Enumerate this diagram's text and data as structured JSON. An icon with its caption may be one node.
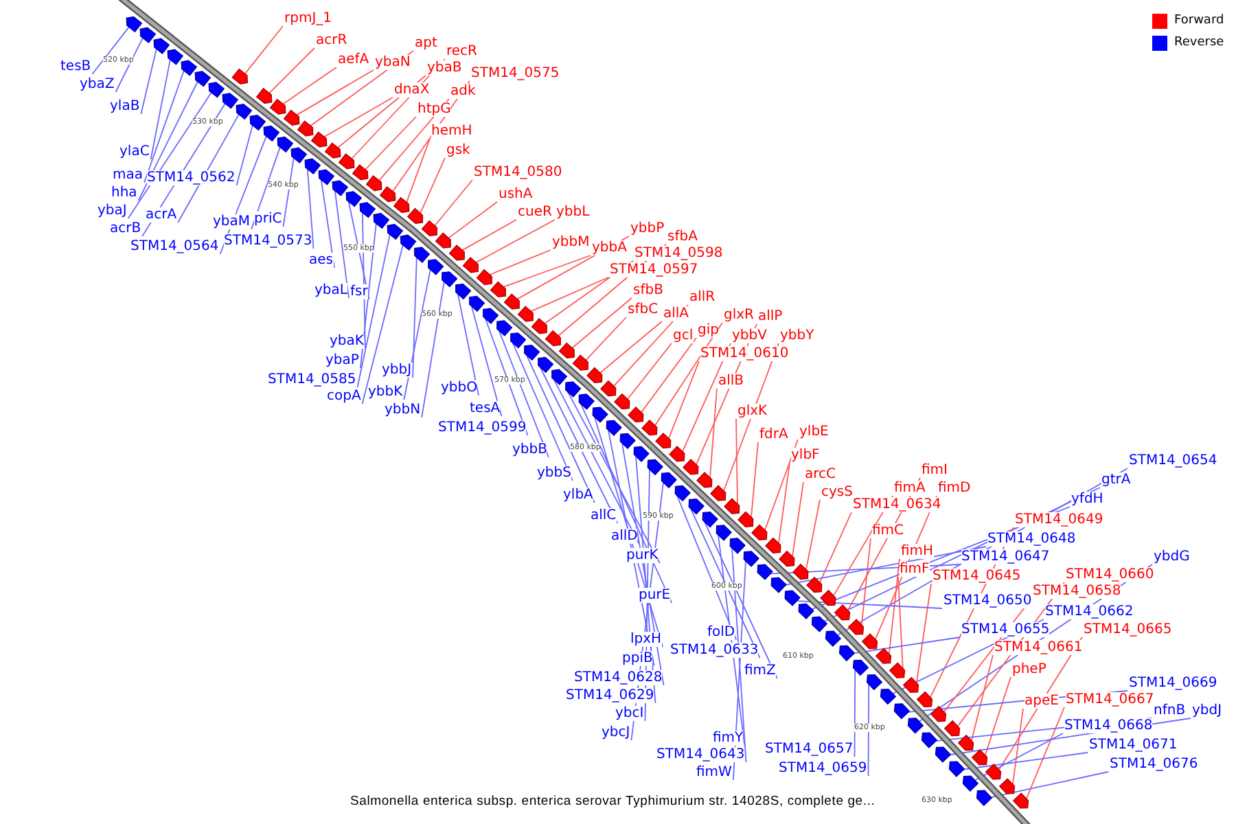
{
  "diagram": {
    "caption": "Salmonella enterica subsp. enterica serovar Typhimurium str. 14028S, complete ge...",
    "nodes": [
      {
        "text": [
          "rpmJ_1"
        ]
      },
      {
        "text": [
          "acrR"
        ]
      },
      {
        "text": [
          "apt"
        ]
      },
      {
        "text": [
          "recR"
        ]
      },
      {
        "text": [
          "aefA"
        ]
      },
      {
        "text": [
          "ybaN"
        ]
      },
      {
        "text": [
          "tesB"
        ]
      },
      {
        "text": [
          "ybaB"
        ]
      },
      {
        "text": [
          "STM14_0575"
        ]
      },
      {
        "text": [
          "ybaZ"
        ]
      },
      {
        "text": [
          "dnaX"
        ]
      },
      {
        "text": [
          "adk"
        ]
      },
      {
        "text": [
          "ylaB"
        ]
      },
      {
        "text": [
          "htpG"
        ]
      },
      {
        "text": [
          "hemH"
        ]
      },
      {
        "text": [
          "gsk"
        ]
      },
      {
        "text": [
          "ylaC"
        ]
      },
      {
        "text": [
          "STM14_0580"
        ]
      },
      {
        "text": [
          "maa"
        ]
      },
      {
        "text": [
          "STM14_0562"
        ]
      },
      {
        "text": [
          "hha"
        ]
      },
      {
        "text": [
          "ushA"
        ]
      },
      {
        "text": [
          "ybaJ"
        ]
      },
      {
        "text": [
          "cueR"
        ]
      },
      {
        "text": [
          "ybbL"
        ]
      },
      {
        "text": [
          "acrA"
        ]
      },
      {
        "text": [
          "priC"
        ]
      },
      {
        "text": [
          "ybaM"
        ]
      },
      {
        "text": [
          "acrB"
        ]
      },
      {
        "text": [
          "ybbP"
        ]
      },
      {
        "text": [
          "sfbA"
        ]
      },
      {
        "text": [
          "STM14_0573"
        ]
      },
      {
        "text": [
          "ybbM"
        ]
      },
      {
        "text": [
          "STM14_0564"
        ]
      },
      {
        "text": [
          "ybbA"
        ]
      },
      {
        "text": [
          "STM14_0598"
        ]
      },
      {
        "text": [
          "aes"
        ]
      },
      {
        "text": [
          "STM14_0597"
        ]
      },
      {
        "text": [
          "sfbB"
        ]
      },
      {
        "text": [
          "ybaL"
        ]
      },
      {
        "text": [
          "fsr"
        ]
      },
      {
        "text": [
          "allR"
        ]
      },
      {
        "text": [
          "sfbC"
        ]
      },
      {
        "text": [
          "allA"
        ]
      },
      {
        "text": [
          "glxR"
        ]
      },
      {
        "text": [
          "allP"
        ]
      },
      {
        "text": [
          "gip"
        ]
      },
      {
        "text": [
          "gcl"
        ]
      },
      {
        "text": [
          "ybbV"
        ]
      },
      {
        "text": [
          "ybbY"
        ]
      },
      {
        "text": [
          "ybaK"
        ]
      },
      {
        "text": [
          "STM14_0610"
        ]
      },
      {
        "text": [
          "ybaP"
        ]
      },
      {
        "text": [
          "ybbJ"
        ]
      },
      {
        "text": [
          "STM14_0585"
        ]
      },
      {
        "text": [
          "allB"
        ]
      },
      {
        "text": [
          "ybbO"
        ]
      },
      {
        "text": [
          "ybbK"
        ]
      },
      {
        "text": [
          "copA"
        ]
      },
      {
        "text": [
          "tesA"
        ]
      },
      {
        "text": [
          "ybbN"
        ]
      },
      {
        "text": [
          "glxK"
        ]
      },
      {
        "text": [
          "STM14_0599"
        ]
      },
      {
        "text": [
          "ylbE"
        ]
      },
      {
        "text": [
          "fdrA"
        ]
      },
      {
        "text": [
          "ybbB"
        ]
      },
      {
        "text": [
          "ylbF"
        ]
      },
      {
        "text": [
          "STM14_0654"
        ]
      },
      {
        "text": [
          "fimI"
        ]
      },
      {
        "text": [
          "ybbS"
        ]
      },
      {
        "text": [
          "arcC"
        ]
      },
      {
        "text": [
          "gtrA"
        ]
      },
      {
        "text": [
          "fimA"
        ]
      },
      {
        "text": [
          "fimD"
        ]
      },
      {
        "text": [
          "cysS"
        ]
      },
      {
        "text": [
          "ylbA"
        ]
      },
      {
        "text": [
          "yfdH"
        ]
      },
      {
        "text": [
          "STM14_0634"
        ]
      },
      {
        "text": [
          "allC"
        ]
      },
      {
        "text": [
          "STM14_0649"
        ]
      },
      {
        "text": [
          "fimC"
        ]
      },
      {
        "text": [
          "allD"
        ]
      },
      {
        "text": [
          "STM14_0648"
        ]
      },
      {
        "text": [
          "fimH"
        ]
      },
      {
        "text": [
          "purK"
        ]
      },
      {
        "text": [
          "STM14_0647"
        ]
      },
      {
        "text": [
          "ybdG"
        ]
      },
      {
        "text": [
          "fimF"
        ]
      },
      {
        "text": [
          "STM14_0660"
        ]
      },
      {
        "text": [
          "STM14_0645"
        ]
      },
      {
        "text": [
          "STM14_0658"
        ]
      },
      {
        "text": [
          "purE"
        ]
      },
      {
        "text": [
          "STM14_0650"
        ]
      },
      {
        "text": [
          "STM14_0662"
        ]
      },
      {
        "text": [
          "STM14_0665"
        ]
      },
      {
        "text": [
          "STM14_0655"
        ]
      },
      {
        "text": [
          "folD"
        ]
      },
      {
        "text": [
          "lpxH"
        ]
      },
      {
        "text": [
          "STM14_0661"
        ]
      },
      {
        "text": [
          "STM14_0633"
        ]
      },
      {
        "text": [
          "ppiB"
        ]
      },
      {
        "text": [
          "pheP"
        ]
      },
      {
        "text": [
          "fimZ"
        ]
      },
      {
        "text": [
          "STM14_0628"
        ]
      },
      {
        "text": [
          "STM14_0669"
        ]
      },
      {
        "text": [
          "STM14_0629"
        ]
      },
      {
        "text": [
          "STM14_0667"
        ]
      },
      {
        "text": [
          "apeE"
        ]
      },
      {
        "text": [
          "nfnB"
        ]
      },
      {
        "text": [
          "ybdJ"
        ]
      },
      {
        "text": [
          "ybcI"
        ]
      },
      {
        "text": [
          "STM14_0668"
        ]
      },
      {
        "text": [
          "ybcJ"
        ]
      },
      {
        "text": [
          "fimY"
        ]
      },
      {
        "text": [
          "STM14_0671"
        ]
      },
      {
        "text": [
          "STM14_0657"
        ]
      },
      {
        "text": [
          "STM14_0643"
        ]
      },
      {
        "text": [
          "STM14_0676"
        ]
      },
      {
        "text": [
          "STM14_0659"
        ]
      },
      {
        "text": [
          "fimW"
        ]
      },
      {
        "text": [],
        "shape": "pentagon"
      },
      {
        "text": [],
        "shape": "pentagon"
      },
      {
        "text": [],
        "shape": "pentagon"
      },
      {
        "text": [],
        "shape": "pentagon"
      },
      {
        "text": [],
        "shape": "pentagon"
      },
      {
        "text": [],
        "shape": "pentagon"
      },
      {
        "text": [],
        "shape": "pentagon"
      },
      {
        "text": [],
        "shape": "pentagon"
      },
      {
        "text": [],
        "shape": "pentagon"
      },
      {
        "text": [],
        "shape": "pentagon"
      },
      {
        "text": [],
        "shape": "pentagon"
      },
      {
        "text": [],
        "shape": "pentagon"
      },
      {
        "text": [],
        "shape": "pentagon"
      },
      {
        "text": [],
        "shape": "pentagon"
      },
      {
        "text": [],
        "shape": "pentagon"
      },
      {
        "text": [],
        "shape": "pentagon"
      },
      {
        "text": [],
        "shape": "pentagon"
      },
      {
        "text": [],
        "shape": "pentagon"
      },
      {
        "text": [],
        "shape": "pentagon"
      },
      {
        "text": [],
        "shape": "pentagon"
      },
      {
        "text": [],
        "shape": "pentagon"
      },
      {
        "text": [],
        "shape": "pentagon"
      },
      {
        "text": [],
        "shape": "pentagon"
      },
      {
        "text": [],
        "shape": "pentagon"
      },
      {
        "text": [],
        "shape": "pentagon"
      },
      {
        "text": [],
        "shape": "pentagon"
      },
      {
        "text": [],
        "shape": "pentagon"
      },
      {
        "text": [],
        "shape": "pentagon"
      },
      {
        "text": [],
        "shape": "pentagon"
      },
      {
        "text": [],
        "shape": "pentagon"
      },
      {
        "text": [],
        "shape": "pentagon"
      },
      {
        "text": [],
        "shape": "pentagon"
      },
      {
        "text": [],
        "shape": "pentagon"
      },
      {
        "text": [],
        "shape": "pentagon"
      },
      {
        "text": [],
        "shape": "pentagon"
      },
      {
        "text": [],
        "shape": "pentagon"
      },
      {
        "text": [],
        "shape": "pentagon"
      },
      {
        "text": [],
        "shape": "pentagon"
      },
      {
        "text": [],
        "shape": "pentagon"
      },
      {
        "text": [],
        "shape": "pentagon"
      },
      {
        "text": [],
        "shape": "pentagon"
      },
      {
        "text": [],
        "shape": "pentagon"
      },
      {
        "text": [],
        "shape": "pentagon"
      },
      {
        "text": [],
        "shape": "pentagon"
      },
      {
        "text": [],
        "shape": "pentagon"
      },
      {
        "text": [],
        "shape": "pentagon"
      },
      {
        "text": [],
        "shape": "pentagon"
      },
      {
        "text": [],
        "shape": "pentagon"
      },
      {
        "text": [],
        "shape": "pentagon"
      },
      {
        "text": [],
        "shape": "pentagon"
      },
      {
        "text": [],
        "shape": "pentagon"
      },
      {
        "text": [],
        "shape": "pentagon"
      },
      {
        "text": [],
        "shape": "pentagon"
      },
      {
        "text": [],
        "shape": "pentagon"
      },
      {
        "text": [],
        "shape": "pentagon"
      },
      {
        "text": [],
        "shape": "pentagon"
      },
      {
        "text": [],
        "shape": "pentagon"
      },
      {
        "text": [],
        "shape": "pentagon"
      },
      {
        "text": [],
        "shape": "pentagon"
      },
      {
        "text": [],
        "shape": "pentagon"
      },
      {
        "text": [],
        "shape": "pentagon"
      },
      {
        "text": [],
        "shape": "pentagon"
      },
      {
        "text": [],
        "shape": "pentagon"
      },
      {
        "text": [],
        "shape": "pentagon"
      },
      {
        "text": [],
        "shape": "pentagon"
      },
      {
        "text": [],
        "shape": "pentagon"
      },
      {
        "text": [],
        "shape": "pentagon"
      },
      {
        "text": [],
        "shape": "pentagon"
      },
      {
        "text": [],
        "shape": "pentagon"
      },
      {
        "text": [],
        "shape": "pentagon"
      },
      {
        "text": [],
        "shape": "pentagon"
      },
      {
        "text": [],
        "shape": "pentagon"
      },
      {
        "text": [],
        "shape": "pentagon"
      },
      {
        "text": [],
        "shape": "pentagon"
      },
      {
        "text": [],
        "shape": "pentagon"
      },
      {
        "text": [],
        "shape": "pentagon"
      },
      {
        "text": [],
        "shape": "pentagon"
      },
      {
        "text": [],
        "shape": "pentagon"
      },
      {
        "text": [],
        "shape": "pentagon"
      },
      {
        "text": [],
        "shape": "pentagon"
      },
      {
        "text": [],
        "shape": "pentagon"
      },
      {
        "text": [],
        "shape": "pentagon"
      },
      {
        "text": [],
        "shape": "pentagon"
      },
      {
        "text": [],
        "shape": "pentagon"
      },
      {
        "text": [],
        "shape": "pentagon"
      },
      {
        "text": [],
        "shape": "pentagon"
      },
      {
        "text": [],
        "shape": "pentagon"
      },
      {
        "text": [],
        "shape": "pentagon"
      },
      {
        "text": [],
        "shape": "pentagon"
      },
      {
        "text": [],
        "shape": "pentagon"
      },
      {
        "text": [],
        "shape": "pentagon"
      },
      {
        "text": [],
        "shape": "pentagon"
      },
      {
        "text": [],
        "shape": "pentagon"
      },
      {
        "text": [],
        "shape": "pentagon"
      },
      {
        "text": [],
        "shape": "pentagon"
      },
      {
        "text": [],
        "shape": "pentagon"
      },
      {
        "text": [],
        "shape": "pentagon"
      },
      {
        "text": [],
        "shape": "pentagon"
      },
      {
        "text": [],
        "shape": "pentagon"
      },
      {
        "text": [],
        "shape": "pentagon"
      },
      {
        "text": [],
        "shape": "pentagon"
      },
      {
        "text": [],
        "shape": "pentagon"
      },
      {
        "text": [],
        "shape": "pentagon"
      },
      {
        "text": [],
        "shape": "pentagon"
      },
      {
        "text": [],
        "shape": "pentagon"
      },
      {
        "text": [],
        "shape": "pentagon"
      },
      {
        "text": [],
        "shape": "pentagon"
      },
      {
        "text": [],
        "shape": "pentagon"
      },
      {
        "text": [],
        "shape": "pentagon"
      },
      {
        "text": [],
        "shape": "pentagon"
      },
      {
        "text": [],
        "shape": "pentagon"
      },
      {
        "text": [],
        "shape": "pentagon"
      },
      {
        "text": [],
        "shape": "pentagon"
      },
      {
        "text": [],
        "shape": "pentagon"
      },
      {
        "text": [],
        "shape": "pentagon"
      },
      {
        "text": [],
        "shape": "pentagon"
      },
      {
        "text": [],
        "shape": "pentagon"
      },
      {
        "text": [],
        "shape": "pentagon"
      },
      {
        "text": [],
        "shape": "pentagon"
      },
      {
        "text": [],
        "shape": "pentagon"
      }
    ],
    "edges": [
      {
        "from": 0,
        "to": 126,
        "arrow": "none",
        "color": "#ff5a5a"
      },
      {
        "from": 1,
        "to": 128,
        "arrow": "none",
        "color": "#ff5a5a"
      },
      {
        "from": 2,
        "to": 134,
        "arrow": "none",
        "color": "#ff5a5a"
      },
      {
        "from": 3,
        "to": 140,
        "arrow": "none",
        "color": "#ff5a5a"
      },
      {
        "from": 4,
        "to": 130,
        "arrow": "none",
        "color": "#ff5a5a"
      },
      {
        "from": 5,
        "to": 132,
        "arrow": "none",
        "color": "#ff5a5a"
      },
      {
        "from": 6,
        "to": 120,
        "arrow": "none"
      },
      {
        "from": 7,
        "to": 138,
        "arrow": "none",
        "color": "#ff5a5a"
      },
      {
        "from": 8,
        "to": 146,
        "arrow": "none",
        "color": "#ff5a5a"
      },
      {
        "from": 9,
        "to": 121,
        "arrow": "none"
      },
      {
        "from": 10,
        "to": 136,
        "arrow": "none",
        "color": "#ff5a5a"
      },
      {
        "from": 11,
        "to": 144,
        "arrow": "none",
        "color": "#ff5a5a"
      },
      {
        "from": 12,
        "to": 122,
        "arrow": "none"
      },
      {
        "from": 13,
        "to": 142,
        "arrow": "none",
        "color": "#ff5a5a"
      },
      {
        "from": 14,
        "to": 148,
        "arrow": "none",
        "color": "#ff5a5a"
      },
      {
        "from": 15,
        "to": 150,
        "arrow": "none",
        "color": "#ff5a5a"
      },
      {
        "from": 16,
        "to": 123,
        "arrow": "none"
      },
      {
        "from": 17,
        "to": 152,
        "arrow": "none",
        "color": "#ff5a5a"
      },
      {
        "from": 18,
        "to": 124,
        "arrow": "none"
      },
      {
        "from": 19,
        "to": 133,
        "arrow": "none"
      },
      {
        "from": 20,
        "to": 125,
        "arrow": "none"
      },
      {
        "from": 21,
        "to": 155,
        "arrow": "none",
        "color": "#ff5a5a"
      },
      {
        "from": 22,
        "to": 127,
        "arrow": "none"
      },
      {
        "from": 23,
        "to": 157,
        "arrow": "none",
        "color": "#ff5a5a"
      },
      {
        "from": 24,
        "to": 159,
        "arrow": "none",
        "color": "#ff5a5a"
      },
      {
        "from": 25,
        "to": 131,
        "arrow": "none"
      },
      {
        "from": 26,
        "to": 139,
        "arrow": "none"
      },
      {
        "from": 27,
        "to": 137,
        "arrow": "none"
      },
      {
        "from": 28,
        "to": 129,
        "arrow": "none"
      },
      {
        "from": 29,
        "to": 165,
        "arrow": "none",
        "color": "#ff5a5a"
      },
      {
        "from": 30,
        "to": 171,
        "arrow": "none",
        "color": "#ff5a5a"
      },
      {
        "from": 31,
        "to": 141,
        "arrow": "none"
      },
      {
        "from": 32,
        "to": 161,
        "arrow": "none",
        "color": "#ff5a5a"
      },
      {
        "from": 33,
        "to": 135,
        "arrow": "none"
      },
      {
        "from": 34,
        "to": 163,
        "arrow": "none",
        "color": "#ff5a5a"
      },
      {
        "from": 35,
        "to": 169,
        "arrow": "none",
        "color": "#ff5a5a"
      },
      {
        "from": 36,
        "to": 143,
        "arrow": "none"
      },
      {
        "from": 37,
        "to": 167,
        "arrow": "none",
        "color": "#ff5a5a"
      },
      {
        "from": 38,
        "to": 173,
        "arrow": "none",
        "color": "#ff5a5a"
      },
      {
        "from": 39,
        "to": 145,
        "arrow": "none"
      },
      {
        "from": 40,
        "to": 147,
        "arrow": "none"
      },
      {
        "from": 41,
        "to": 179,
        "arrow": "none",
        "color": "#ff5a5a"
      },
      {
        "from": 42,
        "to": 175,
        "arrow": "none",
        "color": "#ff5a5a"
      },
      {
        "from": 43,
        "to": 177,
        "arrow": "none",
        "color": "#ff5a5a"
      },
      {
        "from": 44,
        "to": 185,
        "arrow": "none",
        "color": "#ff5a5a"
      },
      {
        "from": 45,
        "to": 191,
        "arrow": "none",
        "color": "#ff5a5a"
      },
      {
        "from": 46,
        "to": 183,
        "arrow": "none",
        "color": "#ff5a5a"
      },
      {
        "from": 47,
        "to": 181,
        "arrow": "none",
        "color": "#ff5a5a"
      },
      {
        "from": 48,
        "to": 189,
        "arrow": "none",
        "color": "#ff5a5a"
      },
      {
        "from": 49,
        "to": 195,
        "arrow": "none",
        "color": "#ff5a5a"
      },
      {
        "from": 50,
        "to": 149,
        "arrow": "none"
      },
      {
        "from": 51,
        "to": 187,
        "arrow": "none",
        "color": "#ff5a5a"
      },
      {
        "from": 52,
        "to": 151,
        "arrow": "none"
      },
      {
        "from": 53,
        "to": 156,
        "arrow": "none"
      },
      {
        "from": 54,
        "to": 153,
        "arrow": "none"
      },
      {
        "from": 55,
        "to": 193,
        "arrow": "none",
        "color": "#ff5a5a"
      },
      {
        "from": 56,
        "to": 162,
        "arrow": "none"
      },
      {
        "from": 57,
        "to": 158,
        "arrow": "none"
      },
      {
        "from": 58,
        "to": 154,
        "arrow": "none"
      },
      {
        "from": 59,
        "to": 164,
        "arrow": "none"
      },
      {
        "from": 60,
        "to": 160,
        "arrow": "none"
      },
      {
        "from": 61,
        "to": 197,
        "arrow": "none",
        "color": "#ff5a5a"
      },
      {
        "from": 62,
        "to": 166,
        "arrow": "none"
      },
      {
        "from": 63,
        "to": 201,
        "arrow": "none",
        "color": "#ff5a5a"
      },
      {
        "from": 64,
        "to": 199,
        "arrow": "none",
        "color": "#ff5a5a"
      },
      {
        "from": 65,
        "to": 168,
        "arrow": "none"
      },
      {
        "from": 66,
        "to": 203,
        "arrow": "none",
        "color": "#ff5a5a"
      },
      {
        "from": 67,
        "to": 216,
        "arrow": "none"
      },
      {
        "from": 68,
        "to": 213,
        "arrow": "none",
        "color": "#ff5a5a"
      },
      {
        "from": 69,
        "to": 170,
        "arrow": "none"
      },
      {
        "from": 70,
        "to": 205,
        "arrow": "none",
        "color": "#ff5a5a"
      },
      {
        "from": 71,
        "to": 214,
        "arrow": "none"
      },
      {
        "from": 72,
        "to": 211,
        "arrow": "none",
        "color": "#ff5a5a"
      },
      {
        "from": 73,
        "to": 217,
        "arrow": "none",
        "color": "#ff5a5a"
      },
      {
        "from": 74,
        "to": 207,
        "arrow": "none",
        "color": "#ff5a5a"
      },
      {
        "from": 75,
        "to": 172,
        "arrow": "none"
      },
      {
        "from": 76,
        "to": 212,
        "arrow": "none"
      },
      {
        "from": 77,
        "to": 209,
        "arrow": "none",
        "color": "#ff5a5a"
      },
      {
        "from": 78,
        "to": 174,
        "arrow": "none"
      },
      {
        "from": 79,
        "to": 225,
        "arrow": "none",
        "color": "#ff5a5a"
      },
      {
        "from": 80,
        "to": 215,
        "arrow": "none",
        "color": "#ff5a5a"
      },
      {
        "from": 81,
        "to": 176,
        "arrow": "none"
      },
      {
        "from": 82,
        "to": 208,
        "arrow": "none"
      },
      {
        "from": 83,
        "to": 219,
        "arrow": "none",
        "color": "#ff5a5a"
      },
      {
        "from": 84,
        "to": 178,
        "arrow": "none"
      },
      {
        "from": 85,
        "to": 206,
        "arrow": "none"
      },
      {
        "from": 86,
        "to": 228,
        "arrow": "none"
      },
      {
        "from": 87,
        "to": 221,
        "arrow": "none",
        "color": "#ff5a5a"
      },
      {
        "from": 88,
        "to": 229,
        "arrow": "none",
        "color": "#ff5a5a"
      },
      {
        "from": 89,
        "to": 223,
        "arrow": "none",
        "color": "#ff5a5a"
      },
      {
        "from": 90,
        "to": 227,
        "arrow": "none",
        "color": "#ff5a5a"
      },
      {
        "from": 91,
        "to": 180,
        "arrow": "none"
      },
      {
        "from": 92,
        "to": 210,
        "arrow": "none"
      },
      {
        "from": 93,
        "to": 224,
        "arrow": "none"
      },
      {
        "from": 94,
        "to": 235,
        "arrow": "none",
        "color": "#ff5a5a"
      },
      {
        "from": 95,
        "to": 218,
        "arrow": "none"
      },
      {
        "from": 96,
        "to": 194,
        "arrow": "none"
      },
      {
        "from": 97,
        "to": 182,
        "arrow": "none"
      },
      {
        "from": 98,
        "to": 231,
        "arrow": "none",
        "color": "#ff5a5a"
      },
      {
        "from": 99,
        "to": 196,
        "arrow": "none"
      },
      {
        "from": 100,
        "to": 184,
        "arrow": "none"
      },
      {
        "from": 101,
        "to": 233,
        "arrow": "none",
        "color": "#ff5a5a"
      },
      {
        "from": 102,
        "to": 198,
        "arrow": "none"
      },
      {
        "from": 103,
        "to": 186,
        "arrow": "none"
      },
      {
        "from": 104,
        "to": 226,
        "arrow": "none"
      },
      {
        "from": 105,
        "to": 188,
        "arrow": "none"
      },
      {
        "from": 106,
        "to": 239,
        "arrow": "none",
        "color": "#ff5a5a"
      },
      {
        "from": 107,
        "to": 237,
        "arrow": "none",
        "color": "#ff5a5a"
      },
      {
        "from": 108,
        "to": 230,
        "arrow": "none"
      },
      {
        "from": 109,
        "to": 232,
        "arrow": "none"
      },
      {
        "from": 110,
        "to": 190,
        "arrow": "none"
      },
      {
        "from": 111,
        "to": 236,
        "arrow": "none"
      },
      {
        "from": 112,
        "to": 192,
        "arrow": "none"
      },
      {
        "from": 113,
        "to": 200,
        "arrow": "none"
      },
      {
        "from": 114,
        "to": 234,
        "arrow": "none"
      },
      {
        "from": 115,
        "to": 220,
        "arrow": "none"
      },
      {
        "from": 116,
        "to": 202,
        "arrow": "none"
      },
      {
        "from": 117,
        "to": 238,
        "arrow": "none"
      },
      {
        "from": 118,
        "to": 222,
        "arrow": "none"
      },
      {
        "from": 119,
        "to": 204,
        "arrow": "none"
      }
    ],
    "labels": [
      "520 kbp",
      "530 kbp",
      "540 kbp",
      "550 kbp",
      "560 kbp",
      "570 kbp",
      "580 kbp",
      "590 kbp",
      "600 kbp",
      "610 kbp",
      "620 kbp",
      "630 kbp"
    ],
    "legend": [
      {
        "text": "Forward",
        "color": "#ff0000"
      },
      {
        "text": "Reverse",
        "color": "#0000ff"
      }
    ]
  }
}
